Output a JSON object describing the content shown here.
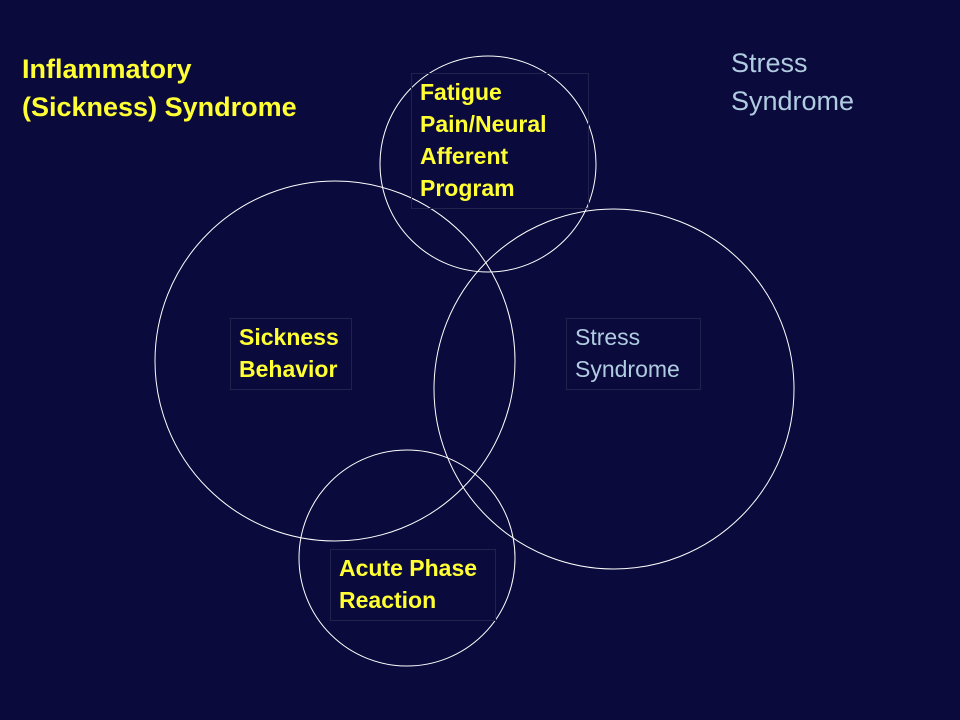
{
  "colors": {
    "background": "#0a0a3c",
    "inflammatory_text": "#ffff33",
    "stress_text": "#b0cce0",
    "circle_stroke": "#ffffff"
  },
  "headings": {
    "inflammatory": "Inflammatory\n(Sickness) Syndrome",
    "stress": "Stress\nSyndrome"
  },
  "circles": {
    "fatigue": "Fatigue\nPain/Neural\nAfferent\nProgram",
    "sickness": "Sickness\nBehavior",
    "stress": "Stress\nSyndrome",
    "acute": "Acute Phase\nReaction"
  }
}
